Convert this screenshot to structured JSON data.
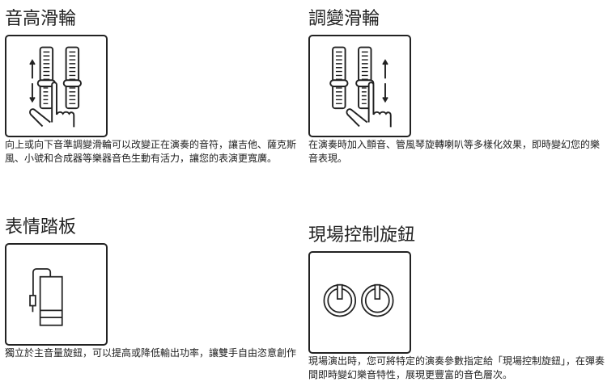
{
  "features": [
    {
      "title": "音高滑輪",
      "icon": "pitch-wheel-icon",
      "description": "向上或向下音準調變滑輪可以改變正在演奏的音符，讓吉他、薩克斯風、小號和合成器等樂器音色生動有活力，讓您的表演更寬廣。"
    },
    {
      "title": "調變滑輪",
      "icon": "modulation-wheel-icon",
      "description": "在演奏時加入顫音、管風琴旋轉喇叭等多樣化效果，即時變幻您的樂音表現。"
    },
    {
      "title": "表情踏板",
      "icon": "expression-pedal-icon",
      "description": "獨立於主音量旋鈕，可以提高或降低輸出功率，讓雙手自由恣意創作"
    },
    {
      "title": "現場控制旋鈕",
      "icon": "live-control-knobs-icon",
      "description": "現場演出時，您可將特定的演奏參數指定給「現場控制旋鈕」，在彈奏間即時變幻樂音特性，展現更豐富的音色層次。"
    }
  ]
}
